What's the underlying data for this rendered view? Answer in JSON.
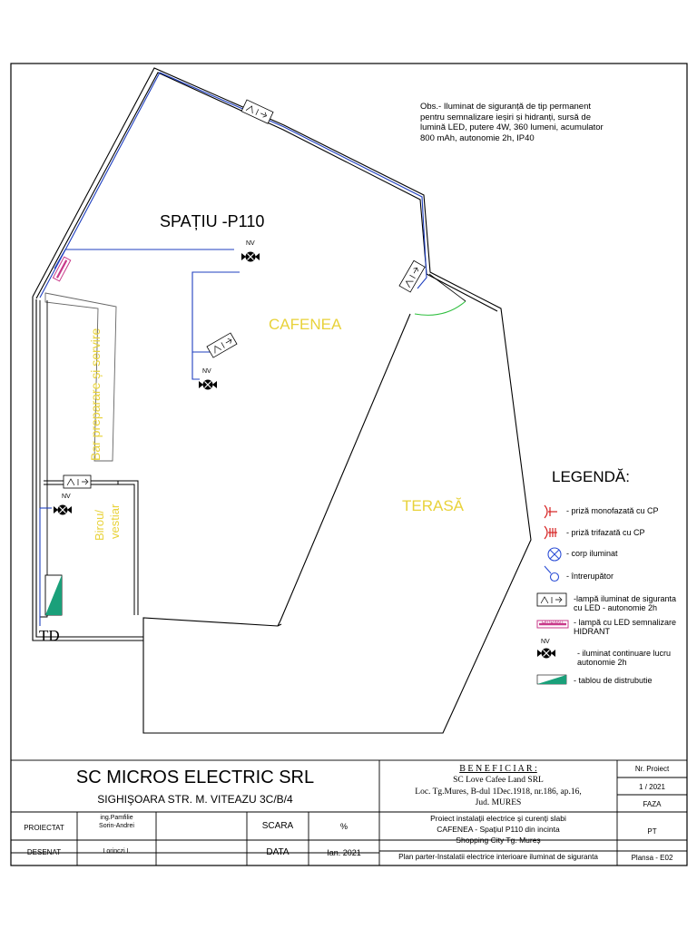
{
  "drawing": {
    "note": "Obs.- Iluminat de siguranță de tip permanent pentru semnalizare ieșiri și hidranți, sursă de lumină LED, putere 4W, 360 lumeni, acumulator 800 mAh, autonomie 2h, IP40",
    "space_label": "SPAȚIU -P110",
    "room_cafenea": "CAFENEA",
    "room_terasa": "TERASĂ",
    "room_bar": "Bar preparare și servire",
    "room_birou_line1": "Birou/",
    "room_birou_line2": "vestiar",
    "panel_label": "TD",
    "nv_label": "NV",
    "hydrant_tag": "HIDRANT"
  },
  "legend": {
    "title": "LEGENDĂ:",
    "items": [
      {
        "icon": "single-phase-socket-icon",
        "text": "- priză monofazată cu CP"
      },
      {
        "icon": "three-phase-socket-icon",
        "text": "- priză trifazată cu CP"
      },
      {
        "icon": "light-fixture-icon",
        "text": "- corp iluminat"
      },
      {
        "icon": "switch-icon",
        "text": "- întrerupător"
      },
      {
        "icon": "emergency-lamp-icon",
        "text": "-lampă iluminat de siguranta cu LED - autonomie 2h"
      },
      {
        "icon": "hydrant-lamp-icon",
        "text": "- lampă cu LED semnalizare HIDRANT"
      },
      {
        "icon": "continuous-work-light-icon",
        "text": "- iluminat continuare lucru autonomie 2h"
      },
      {
        "icon": "distribution-board-icon",
        "text": "- tablou de distrubutie"
      }
    ]
  },
  "title_block": {
    "company": "SC MICROS ELECTRIC SRL",
    "address": "SIGHIŞOARA STR. M. VITEAZU 3C/B/4",
    "beneficiar_label": "B E N E F I C I A R :",
    "beneficiar_name": "SC Love Cafee Land SRL",
    "beneficiar_addr1": "Loc. Tg.Mures, B-dul 1Dec.1918, nr.186, ap.16,",
    "beneficiar_addr2": "Jud. MURES",
    "nr_proiect_label": "Nr. Proiect",
    "nr_proiect_value": "1 / 2021",
    "faza_label": "FAZA",
    "faza_value": "PT",
    "proiectat_label": "PROIECTAT",
    "proiectat_name1": "ing.Pamfilie",
    "proiectat_name2": "Sorin-Andrei",
    "desenat_label": "DESENAT",
    "desenat_name": "Lorinczi I.",
    "scara_label": "SCARA",
    "scara_value": "%",
    "data_label": "DATA",
    "data_value": "Ian. 2021",
    "project_line1": "Proiect instalații electrice  și curenți slabi",
    "project_line2": "CAFENEA - Spațiul P110 din incinta",
    "project_line3": "Shopping City Tg. Mureș",
    "plan_title": "Plan parter-Instalatii electrice interioare iluminat de siguranta",
    "plansa": "Plansa - E02"
  },
  "colors": {
    "wire": "#1f3fbf",
    "room_text": "#e8d23a",
    "door_arc": "#2fbf3f",
    "panel": "#1aa07a",
    "socket": "#d62020",
    "symbol_blue": "#2d4fd6",
    "hydrant": "#c83a8a"
  }
}
